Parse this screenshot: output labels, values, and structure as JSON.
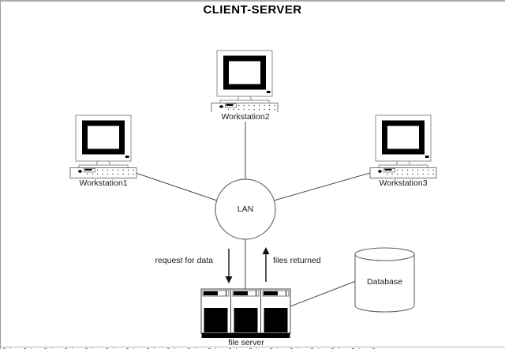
{
  "title": "CLIENT-SERVER",
  "workstations": [
    {
      "label": "Workstation1"
    },
    {
      "label": "Workstation2"
    },
    {
      "label": "Workstation3"
    }
  ],
  "lan": {
    "label": "LAN"
  },
  "file_server": {
    "label": "file server"
  },
  "database": {
    "label": "Database"
  },
  "flows": {
    "request": "request for data",
    "returned": "files returned"
  },
  "colors": {
    "connector_line": "#4a4a4a",
    "shape_stroke": "#666666",
    "solid_black": "#000000",
    "page_border": "#ababab",
    "clipped_text_blue": "#3d5a86"
  }
}
